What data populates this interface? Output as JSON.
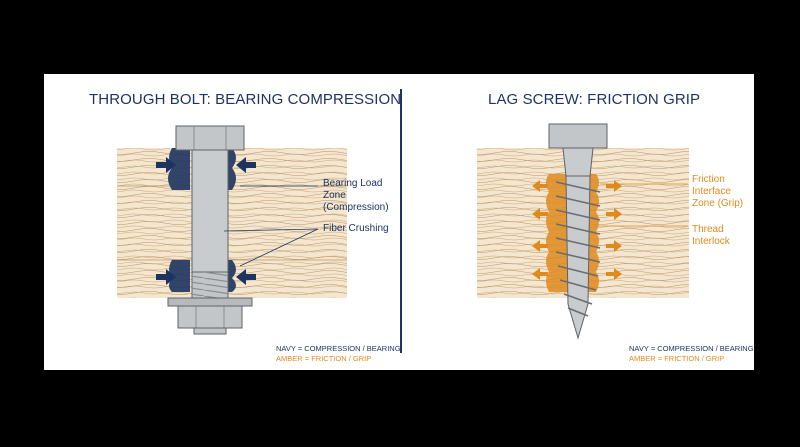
{
  "left_panel": {
    "title": "THROUGH BOLT: BEARING COMPRESSION",
    "callouts": {
      "bearing_line1": "Bearing Load",
      "bearing_line2": "Zone",
      "bearing_line3": "(Compression)",
      "fiber": "Fiber Crushing"
    },
    "legend": {
      "navy": "NAVY = COMPRESSION / BEARING",
      "amber": "AMBER = FRICTION / GRIP"
    }
  },
  "right_panel": {
    "title": "LAG SCREW: FRICTION GRIP",
    "callouts": {
      "friction_line1": "Friction",
      "friction_line2": "Interface",
      "friction_line3": "Zone (Grip)",
      "thread_line1": "Thread",
      "thread_line2": "Interlock"
    },
    "legend": {
      "navy": "NAVY = COMPRESSION / BEARING",
      "amber": "AMBER = FRICTION / GRIP"
    }
  },
  "colors": {
    "navy": "#1d3461",
    "amber": "#e08a1e",
    "wood": "#f4e6cf",
    "wood_grain": "#c9a878",
    "steel": "#c3c6c9"
  }
}
